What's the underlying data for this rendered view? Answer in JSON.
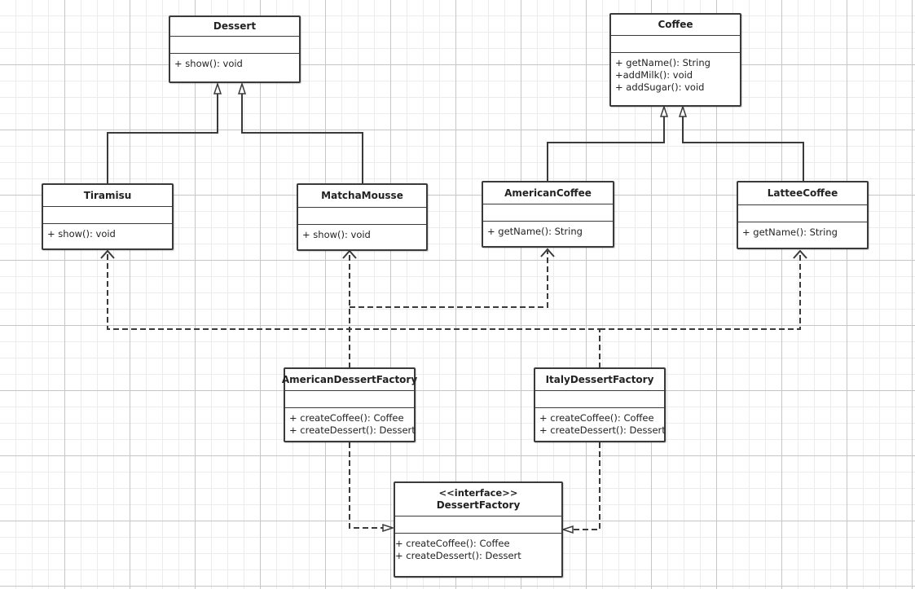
{
  "classes": {
    "dessert": {
      "name": "Dessert",
      "ops": [
        "+ show(): void"
      ]
    },
    "coffee": {
      "name": "Coffee",
      "ops": [
        "+ getName(): String",
        "+addMilk(): void",
        "+ addSugar(): void"
      ]
    },
    "tiramisu": {
      "name": "Tiramisu",
      "ops": [
        "+ show(): void"
      ]
    },
    "matcha": {
      "name": "MatchaMousse",
      "ops": [
        "+ show(): void"
      ]
    },
    "american_coffee": {
      "name": "AmericanCoffee",
      "ops": [
        "+ getName(): String"
      ]
    },
    "lattee_coffee": {
      "name": "LatteeCoffee",
      "ops": [
        "+ getName(): String"
      ]
    },
    "american_factory": {
      "name": "AmericanDessertFactory",
      "ops": [
        "+ createCoffee(): Coffee",
        "+ createDessert(): Dessert"
      ]
    },
    "italy_factory": {
      "name": "ItalyDessertFactory",
      "ops": [
        "+ createCoffee(): Coffee",
        "+ createDessert(): Dessert"
      ]
    },
    "dessert_factory": {
      "stereotype": "<<interface>>",
      "name": "DessertFactory",
      "ops": [
        "+ createCoffee(): Coffee",
        "+ createDessert(): Dessert"
      ]
    }
  }
}
